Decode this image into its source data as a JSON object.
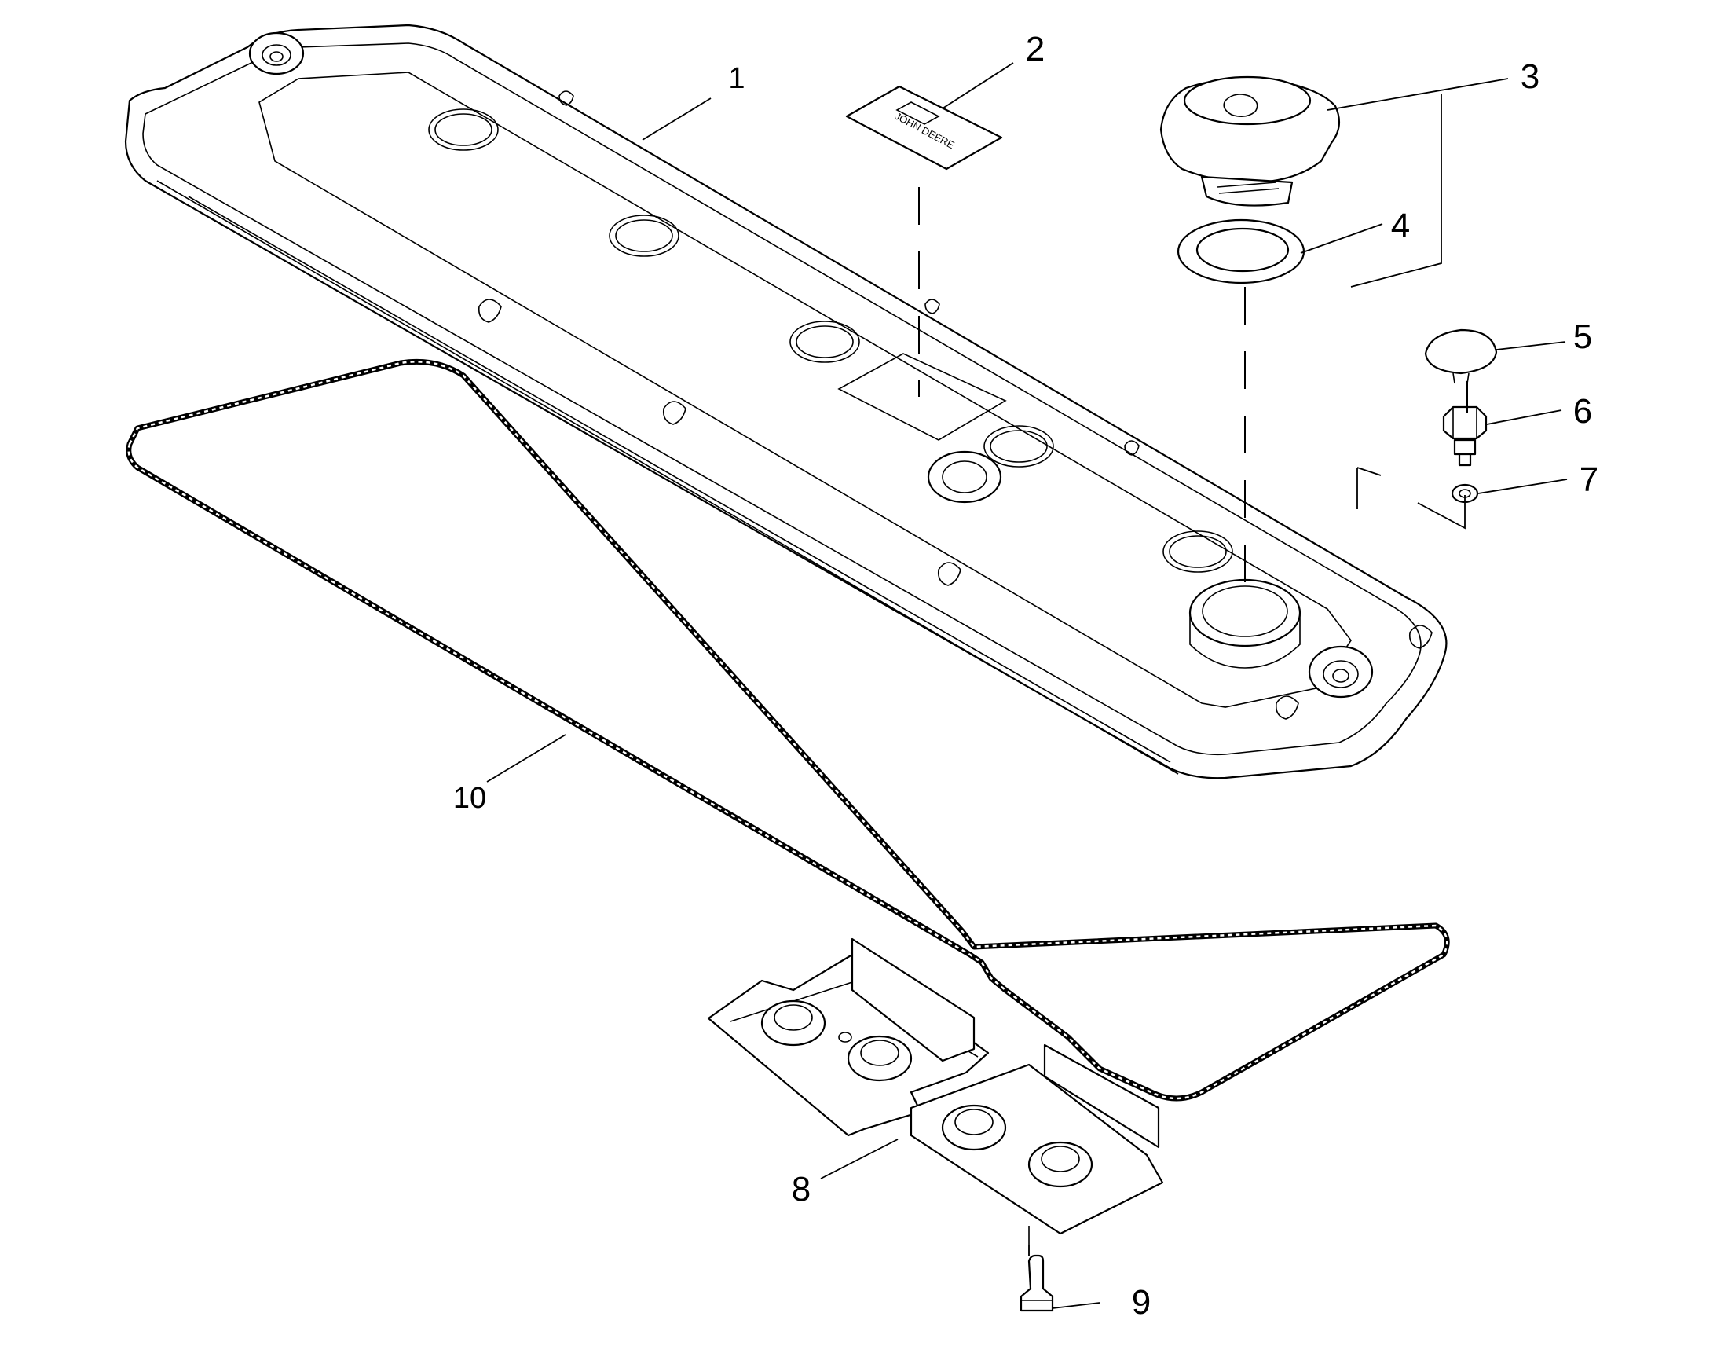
{
  "diagram": {
    "kind": "exploded-parts-view",
    "callouts": [
      {
        "id": "1",
        "label": "1"
      },
      {
        "id": "2",
        "label": "2"
      },
      {
        "id": "3",
        "label": "3"
      },
      {
        "id": "4",
        "label": "4"
      },
      {
        "id": "5",
        "label": "5"
      },
      {
        "id": "6",
        "label": "6"
      },
      {
        "id": "7",
        "label": "7"
      },
      {
        "id": "8",
        "label": "8"
      },
      {
        "id": "9",
        "label": "9"
      },
      {
        "id": "10",
        "label": "10"
      }
    ],
    "decal_text": "JOHN DEERE"
  }
}
